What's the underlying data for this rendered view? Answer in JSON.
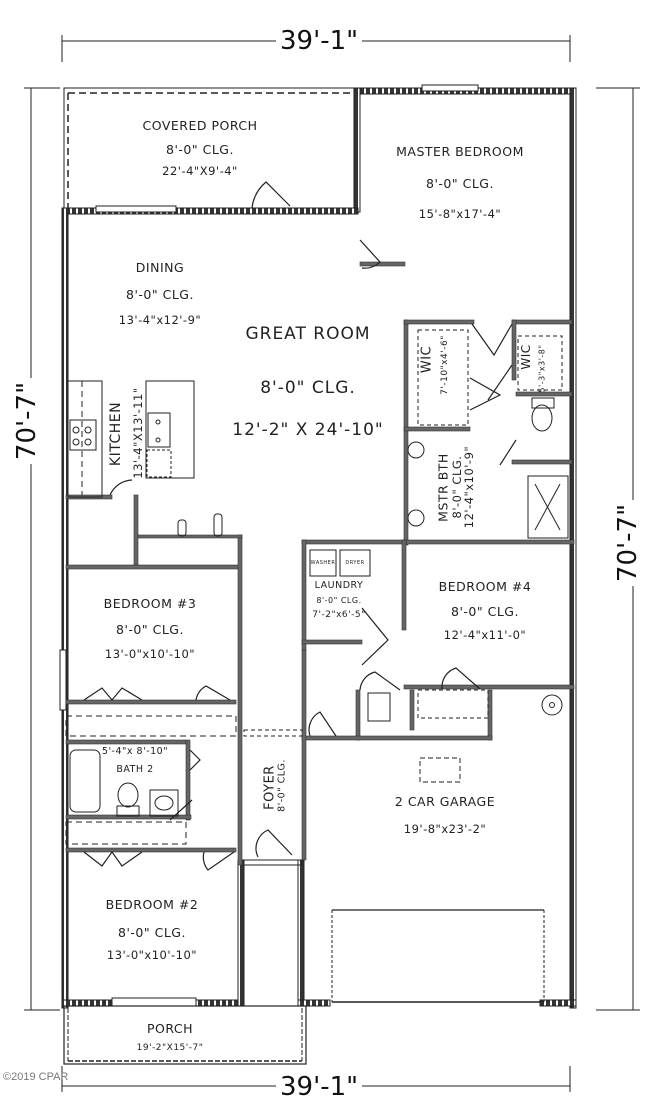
{
  "dimensions": {
    "top_width": "39'-1\"",
    "bottom_width": "39'-1\"",
    "left_depth": "70'-7\"",
    "right_depth": "70'-7\""
  },
  "rooms": {
    "covered_porch": {
      "name": "COVERED PORCH",
      "ceiling": "8'-0\" CLG.",
      "size": "22'-4\"X9'-4\""
    },
    "master_bedroom": {
      "name": "MASTER BEDROOM",
      "ceiling": "8'-0\" CLG.",
      "size": "15'-8\"x17'-4\""
    },
    "dining": {
      "name": "DINING",
      "ceiling": "8'-0\" CLG.",
      "size": "13'-4\"x12'-9\""
    },
    "great_room": {
      "name": "GREAT ROOM",
      "ceiling": "8'-0\" CLG.",
      "size": "12'-2\" X 24'-10\""
    },
    "kitchen": {
      "name": "KITCHEN",
      "size": "13'-4\"X13'-11\""
    },
    "wic_1": {
      "name": "WIC",
      "size": "7'-10\"x4'-6\""
    },
    "wic_2": {
      "name": "WIC",
      "size": "5'-3\"x3'-8\""
    },
    "master_bath": {
      "name": "MSTR BTH",
      "ceiling": "8'-0\" CLG.",
      "size": "12'-4\"x10'-9\""
    },
    "laundry": {
      "name": "LAUNDRY",
      "ceiling": "8'-0\" CLG.",
      "size": "7'-2\"x6'-5\"",
      "washer": "WASHER",
      "dryer": "DRYER"
    },
    "bedroom_4": {
      "name": "BEDROOM #4",
      "ceiling": "8'-0\" CLG.",
      "size": "12'-4\"x11'-0\""
    },
    "bedroom_3": {
      "name": "BEDROOM #3",
      "ceiling": "8'-0\" CLG.",
      "size": "13'-0\"x10'-10\""
    },
    "bath_2": {
      "name": "BATH 2",
      "size": "5'-4\"x 8'-10\""
    },
    "foyer": {
      "name": "FOYER",
      "ceiling": "8'-0\" CLG."
    },
    "garage": {
      "name": "2 CAR GARAGE",
      "size": "19'-8\"x23'-2\""
    },
    "bedroom_2": {
      "name": "BEDROOM #2",
      "ceiling": "8'-0\" CLG.",
      "size": "13'-0\"x10'-10\""
    },
    "porch": {
      "name": "PORCH",
      "size": "19'-2\"X15'-7\""
    }
  },
  "footer": {
    "copyright": "©2019 CPAR"
  },
  "colors": {
    "wall": "#555555",
    "line": "#111111",
    "background": "#ffffff"
  }
}
